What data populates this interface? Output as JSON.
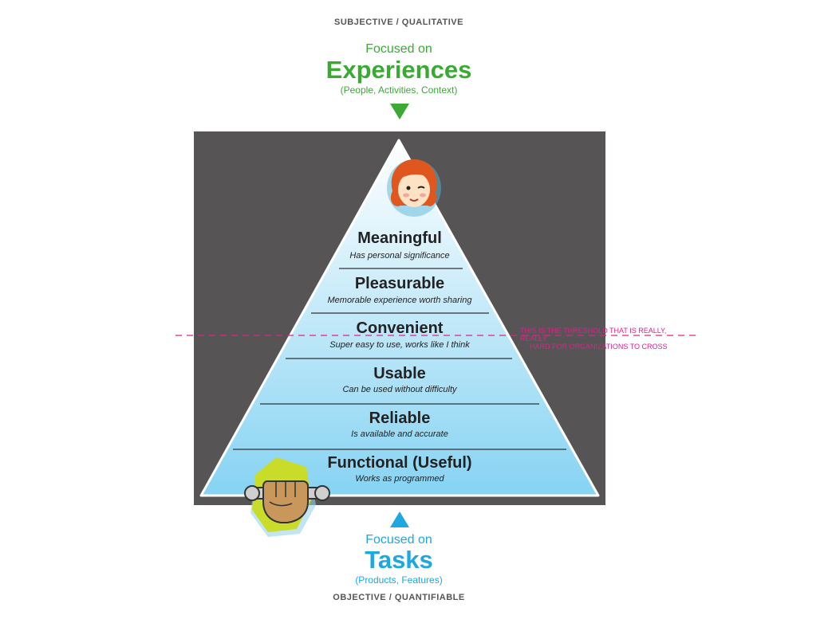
{
  "top": {
    "axis_label": "SUBJECTIVE / QUALITATIVE",
    "focused_on": "Focused on",
    "focus": "Experiences",
    "detail": "(People, Activities, Context)"
  },
  "bottom": {
    "focused_on": "Focused on",
    "focus": "Tasks",
    "detail": "(Products, Features)",
    "axis_label": "OBJECTIVE / QUANTIFIABLE"
  },
  "levels": [
    {
      "title": "Meaningful",
      "desc": "Has personal significance"
    },
    {
      "title": "Pleasurable",
      "desc": "Memorable experience worth sharing"
    },
    {
      "title": "Convenient",
      "desc": "Super easy to use, works like I think"
    },
    {
      "title": "Usable",
      "desc": "Can be used without difficulty"
    },
    {
      "title": "Reliable",
      "desc": "Is available and accurate"
    },
    {
      "title": "Functional (Useful)",
      "desc": "Works as programmed"
    }
  ],
  "threshold_note": {
    "line1": "THIS IS THE THRESHOLD THAT IS REALLY, REALLY",
    "line2": "HARD FOR ORGANIZATIONS TO CROSS"
  },
  "colors": {
    "green": "#3aaa35",
    "blue": "#1ea7e1",
    "dark_panel": "#555555",
    "magenta": "#e0208c"
  },
  "icons": [
    "girl-face-icon",
    "fist-wrench-icon",
    "arrow-down-icon",
    "arrow-up-icon"
  ]
}
